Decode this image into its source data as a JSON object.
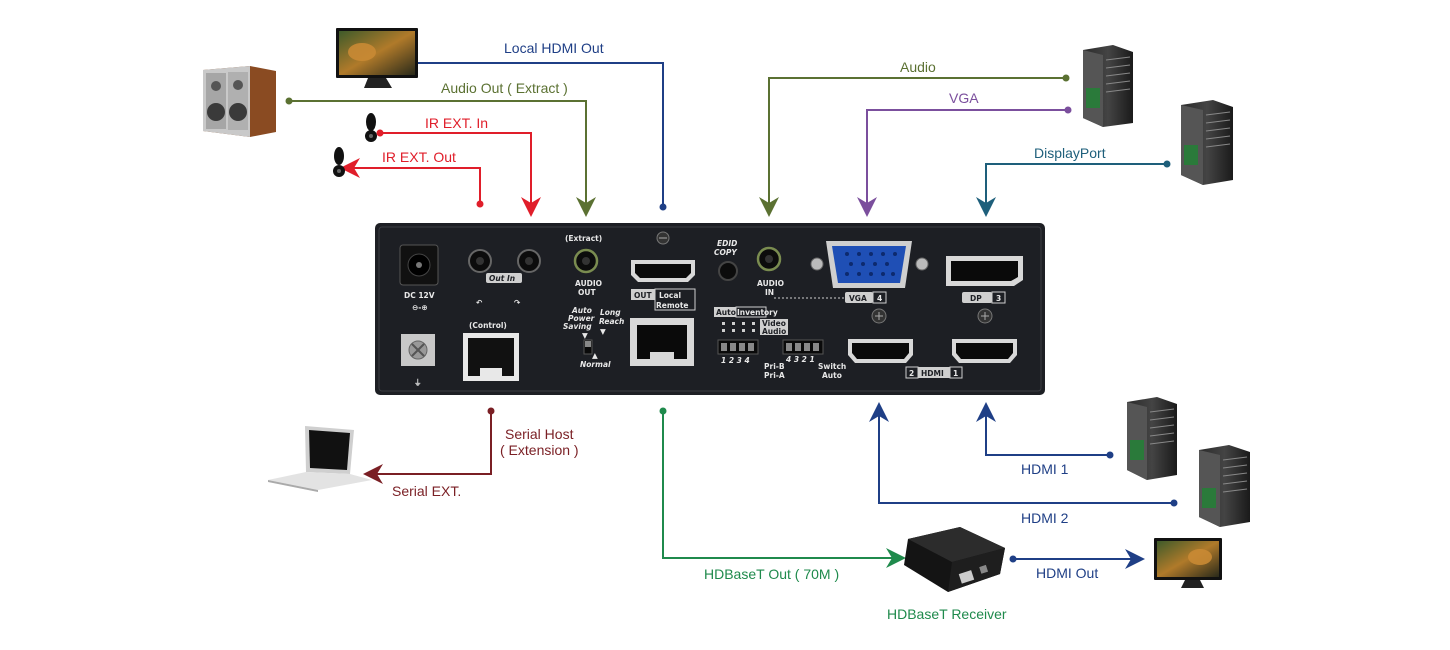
{
  "colors": {
    "blue": "#1f3f86",
    "olive": "#5b7132",
    "red": "#e01e2a",
    "purple": "#7b4f9d",
    "teal": "#1e5f7b",
    "maroon": "#7a1f24",
    "green": "#1f8a4c",
    "panel": "#1d1f24"
  },
  "connections": {
    "local_hdmi_out": "Local HDMI Out",
    "audio_out_extract": "Audio Out ( Extract )",
    "ir_ext_in": "IR EXT. In",
    "ir_ext_out": "IR EXT. Out",
    "audio": "Audio",
    "vga": "VGA",
    "displayport": "DisplayPort",
    "serial_host_line1": "Serial Host",
    "serial_host_line2": "( Extension )",
    "serial_ext": "Serial EXT.",
    "hdbaset_out": "HDBaseT Out ( 70M )",
    "hdbaset_receiver": "HDBaseT Receiver",
    "hdmi_out": "HDMI Out",
    "hdmi_1": "HDMI 1",
    "hdmi_2": "HDMI 2"
  },
  "panel": {
    "dc_label": "DC 12V",
    "out_label": "Out",
    "in_label": "In",
    "control_label": "(Control)",
    "extract_label": "(Extract)",
    "audio_out_line1": "AUDIO",
    "audio_out_line2": "OUT",
    "auto_power_saving_line1": "Auto",
    "auto_power_saving_line2": "Power",
    "auto_power_saving_line3": "Saving",
    "long_reach_line1": "Long",
    "long_reach_line2": "Reach",
    "normal_label": "Normal",
    "out_tag": "OUT",
    "local_tag": "Local",
    "remote_tag": "Remote",
    "edid_line1": "EDID",
    "edid_line2": "COPY",
    "audio_in_line1": "AUDIO",
    "audio_in_line2": "IN",
    "vga_tag": "VGA",
    "vga_num": "4",
    "dp_tag": "DP",
    "dp_num": "3",
    "auto_tag": "Auto",
    "inventory_tag": "Inventory",
    "video_tag": "Video",
    "audio_tag": "Audio",
    "dip_nums": "1 2 3 4",
    "dip_nums_rev": "4 3 2 1",
    "pri_b": "Pri-B",
    "pri_a": "Pri-A",
    "switch_label": "Switch",
    "auto_label": "Auto",
    "hdmi_num_2": "2",
    "hdmi_tag": "HDMI",
    "hdmi_num_1": "1"
  }
}
